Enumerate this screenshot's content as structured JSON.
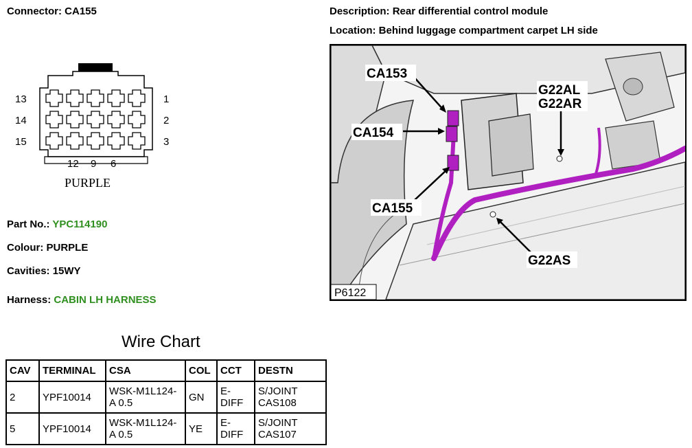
{
  "connector": {
    "label": "Connector:",
    "value": "CA155"
  },
  "description": {
    "label": "Description:",
    "value": "Rear differential control module"
  },
  "location": {
    "label": "Location:",
    "value": "Behind luggage compartment carpet LH side"
  },
  "part_no": {
    "label": "Part No.:",
    "value": "YPC114190"
  },
  "colour": {
    "label": "Colour:",
    "value": "PURPLE"
  },
  "cavities": {
    "label": "Cavities:",
    "value": "15WY"
  },
  "harness": {
    "label": "Harness:",
    "value": "CABIN LH HARNESS"
  },
  "connector_diagram": {
    "left_pins": [
      "13",
      "14",
      "15"
    ],
    "right_pins": [
      "1",
      "2",
      "3"
    ],
    "bottom_pins": [
      "12",
      "9",
      "6"
    ],
    "colour_caption": "PURPLE"
  },
  "wire_chart": {
    "title": "Wire Chart",
    "headers": [
      "CAV",
      "TERMINAL",
      "CSA",
      "COL",
      "CCT",
      "DESTN"
    ],
    "rows": [
      {
        "cav": "2",
        "terminal": "YPF10014",
        "csa": "WSK-M1L124-A 0.5",
        "col": "GN",
        "cct": "E-DIFF",
        "destn": "S/JOINT CAS108"
      },
      {
        "cav": "5",
        "terminal": "YPF10014",
        "csa": "WSK-M1L124-A 0.5",
        "col": "YE",
        "cct": "E-DIFF",
        "destn": "S/JOINT CAS107"
      }
    ]
  },
  "location_image": {
    "callouts": {
      "ca153": "CA153",
      "ca154": "CA154",
      "ca155": "CA155",
      "g22al": "G22AL",
      "g22ar": "G22AR",
      "g22as": "G22AS"
    },
    "figure_id": "P6122",
    "harness_color": "#b020c0"
  }
}
